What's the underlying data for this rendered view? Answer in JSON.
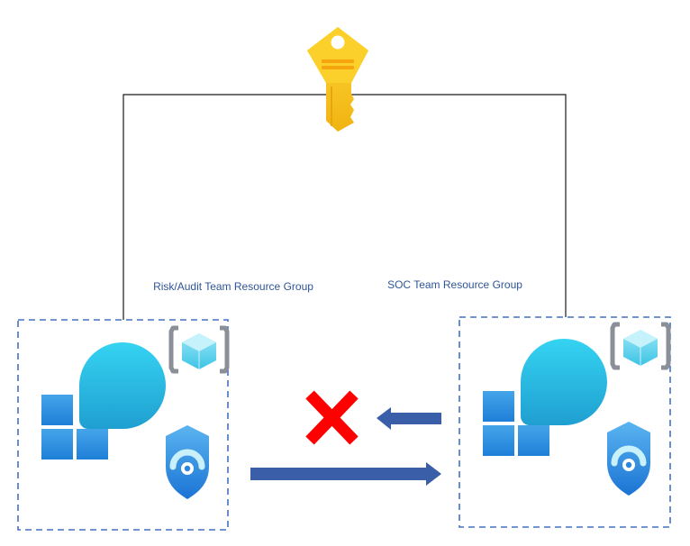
{
  "diagram": {
    "left_group": {
      "label": "Risk/Audit Team Resource Group"
    },
    "right_group": {
      "label": "SOC Team Resource Group"
    },
    "central_node": {
      "icon": "key-vault-key-icon"
    },
    "group_icons": [
      "resource-group-bracket-icon",
      "sentinel-workspace-icon",
      "defender-shield-icon"
    ],
    "connections": [
      {
        "from": "left_group",
        "to": "right_group",
        "status": "allowed",
        "icon": "arrow-right-icon"
      },
      {
        "from": "right_group",
        "to": "left_group",
        "status": "blocked",
        "icon": "red-x-icon"
      }
    ],
    "colors": {
      "group_border": "#4472c4",
      "label_text": "#2f5597",
      "arrow": "#3a5ea8",
      "blocked": "#ff0000",
      "key": "#f8c81d"
    }
  }
}
